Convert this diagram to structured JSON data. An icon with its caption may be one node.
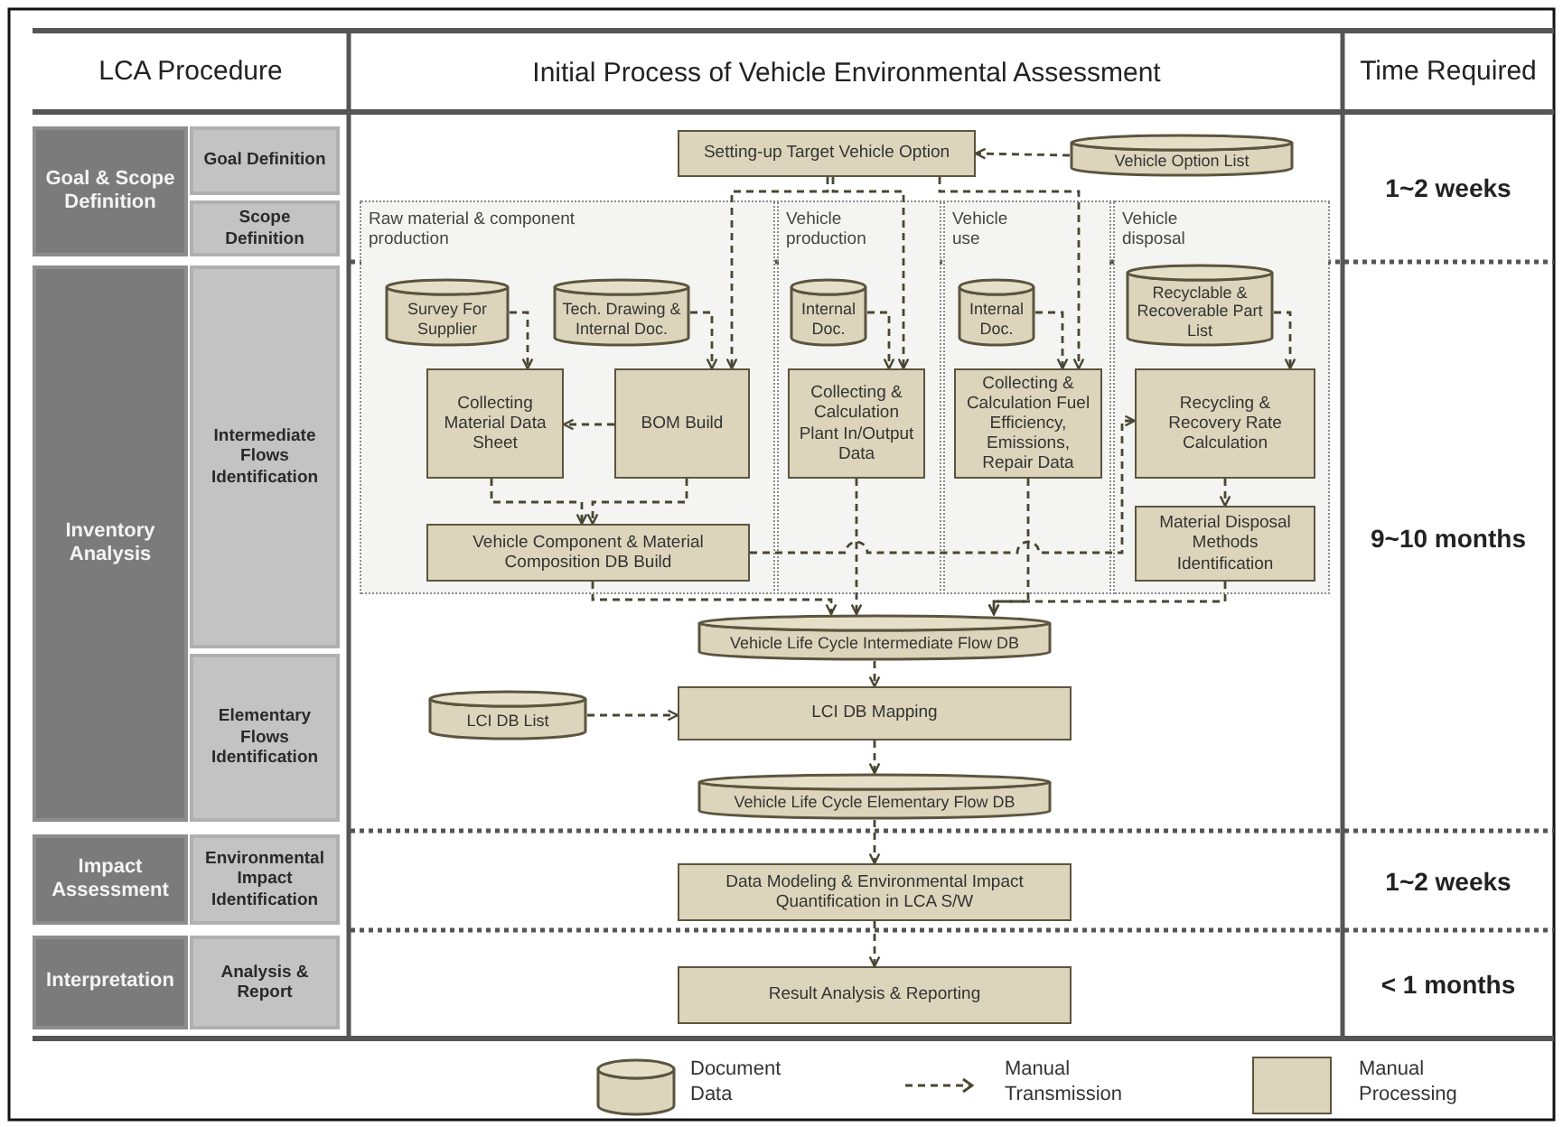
{
  "diagram": {
    "title": "Initial Process of Vehicle Environmental Assessment",
    "nodes": [
      {
        "text": [
          "Goal & Scope Definition"
        ]
      },
      {
        "text": [
          "Goal Definition"
        ]
      },
      {
        "text": [
          "Scope Definition"
        ]
      },
      {
        "text": [
          "Inventory Analysis"
        ]
      },
      {
        "text": [
          "Intermediate Flows Identification"
        ]
      },
      {
        "text": [
          "Elementary Flows Identification"
        ]
      },
      {
        "text": [
          "Impact Assessment"
        ]
      },
      {
        "text": [
          "Environmental Impact Identification"
        ]
      },
      {
        "text": [
          "Interpretation"
        ]
      },
      {
        "text": [
          "Analysis & Report"
        ]
      },
      {
        "text": [
          "Setting-up Target Vehicle Option"
        ]
      },
      {
        "text": [
          "Vehicle Option List"
        ]
      },
      {
        "text": [
          "Raw material & component production"
        ]
      },
      {
        "text": [
          "Vehicle production"
        ]
      },
      {
        "text": [
          "Vehicle use"
        ]
      },
      {
        "text": [
          "Vehicle disposal"
        ]
      },
      {
        "text": [
          "Survey For Supplier"
        ],
        "in": 12
      },
      {
        "text": [
          "Tech. Drawing & Internal Doc."
        ],
        "in": 12
      },
      {
        "text": [
          "Collecting Material Data Sheet"
        ],
        "in": 12
      },
      {
        "text": [
          "BOM Build"
        ],
        "in": 12
      },
      {
        "text": [
          "Vehicle Component & Material Composition DB Build"
        ],
        "in": 12
      },
      {
        "text": [
          "Internal Doc."
        ],
        "in": 13
      },
      {
        "text": [
          "Collecting & Calculation Plant In/Output Data"
        ],
        "in": 13
      },
      {
        "text": [
          "Internal Doc."
        ],
        "in": 14
      },
      {
        "text": [
          "Collecting & Calculation Fuel Efficiency, Emissions, Repair Data"
        ],
        "in": 14
      },
      {
        "text": [
          "Recyclable & Recoverable Part List"
        ],
        "in": 15
      },
      {
        "text": [
          "Recycling & Recovery Rate Calculation"
        ],
        "in": 15
      },
      {
        "text": [
          "Material Disposal Methods Identification"
        ],
        "in": 15
      },
      {
        "text": [
          "Vehicle Life Cycle Intermediate Flow DB"
        ]
      },
      {
        "text": [
          "LCI DB List"
        ]
      },
      {
        "text": [
          "LCI DB Mapping"
        ]
      },
      {
        "text": [
          "Vehicle Life Cycle Elementary Flow DB"
        ]
      },
      {
        "text": [
          "Data Modeling & Environmental Impact Quantification in LCA S/W"
        ]
      },
      {
        "text": [
          "Result Analysis & Reporting"
        ]
      }
    ],
    "edges": [
      {
        "from": 11,
        "to": 10,
        "arrow": "to"
      },
      {
        "from": 10,
        "to": 19,
        "arrow": "to"
      },
      {
        "from": 10,
        "to": 22,
        "arrow": "to"
      },
      {
        "from": 10,
        "to": 24,
        "arrow": "to"
      },
      {
        "from": 16,
        "to": 18,
        "arrow": "to"
      },
      {
        "from": 17,
        "to": 19,
        "arrow": "to"
      },
      {
        "from": 19,
        "to": 18,
        "arrow": "to"
      },
      {
        "from": 18,
        "to": 20,
        "arrow": "to"
      },
      {
        "from": 19,
        "to": 20,
        "arrow": "to"
      },
      {
        "from": 21,
        "to": 22,
        "arrow": "to"
      },
      {
        "from": 23,
        "to": 24,
        "arrow": "to"
      },
      {
        "from": 25,
        "to": 26,
        "arrow": "to"
      },
      {
        "from": 20,
        "to": 26,
        "arrow": "to"
      },
      {
        "from": 26,
        "to": 27,
        "arrow": "to"
      },
      {
        "from": 20,
        "to": 28,
        "arrow": "to"
      },
      {
        "from": 22,
        "to": 28,
        "arrow": "to"
      },
      {
        "from": 24,
        "to": 28,
        "arrow": "to"
      },
      {
        "from": 27,
        "to": 28,
        "arrow": "to"
      },
      {
        "from": 28,
        "to": 30,
        "arrow": "to"
      },
      {
        "from": 29,
        "to": 30,
        "arrow": "to"
      },
      {
        "from": 30,
        "to": 31,
        "arrow": "to"
      },
      {
        "from": 31,
        "to": 32,
        "arrow": "to"
      },
      {
        "from": 32,
        "to": 33,
        "arrow": "to"
      }
    ],
    "labels": [
      "LCA Procedure",
      "Time Required",
      "1~2 weeks",
      "9~10 months",
      "1~2 weeks",
      "< 1 months"
    ],
    "legend": [
      {
        "text": "Document Data"
      },
      {
        "text": "Manual Transmission"
      },
      {
        "text": "Manual Processing",
        "color": "#ddd5bb"
      }
    ]
  }
}
